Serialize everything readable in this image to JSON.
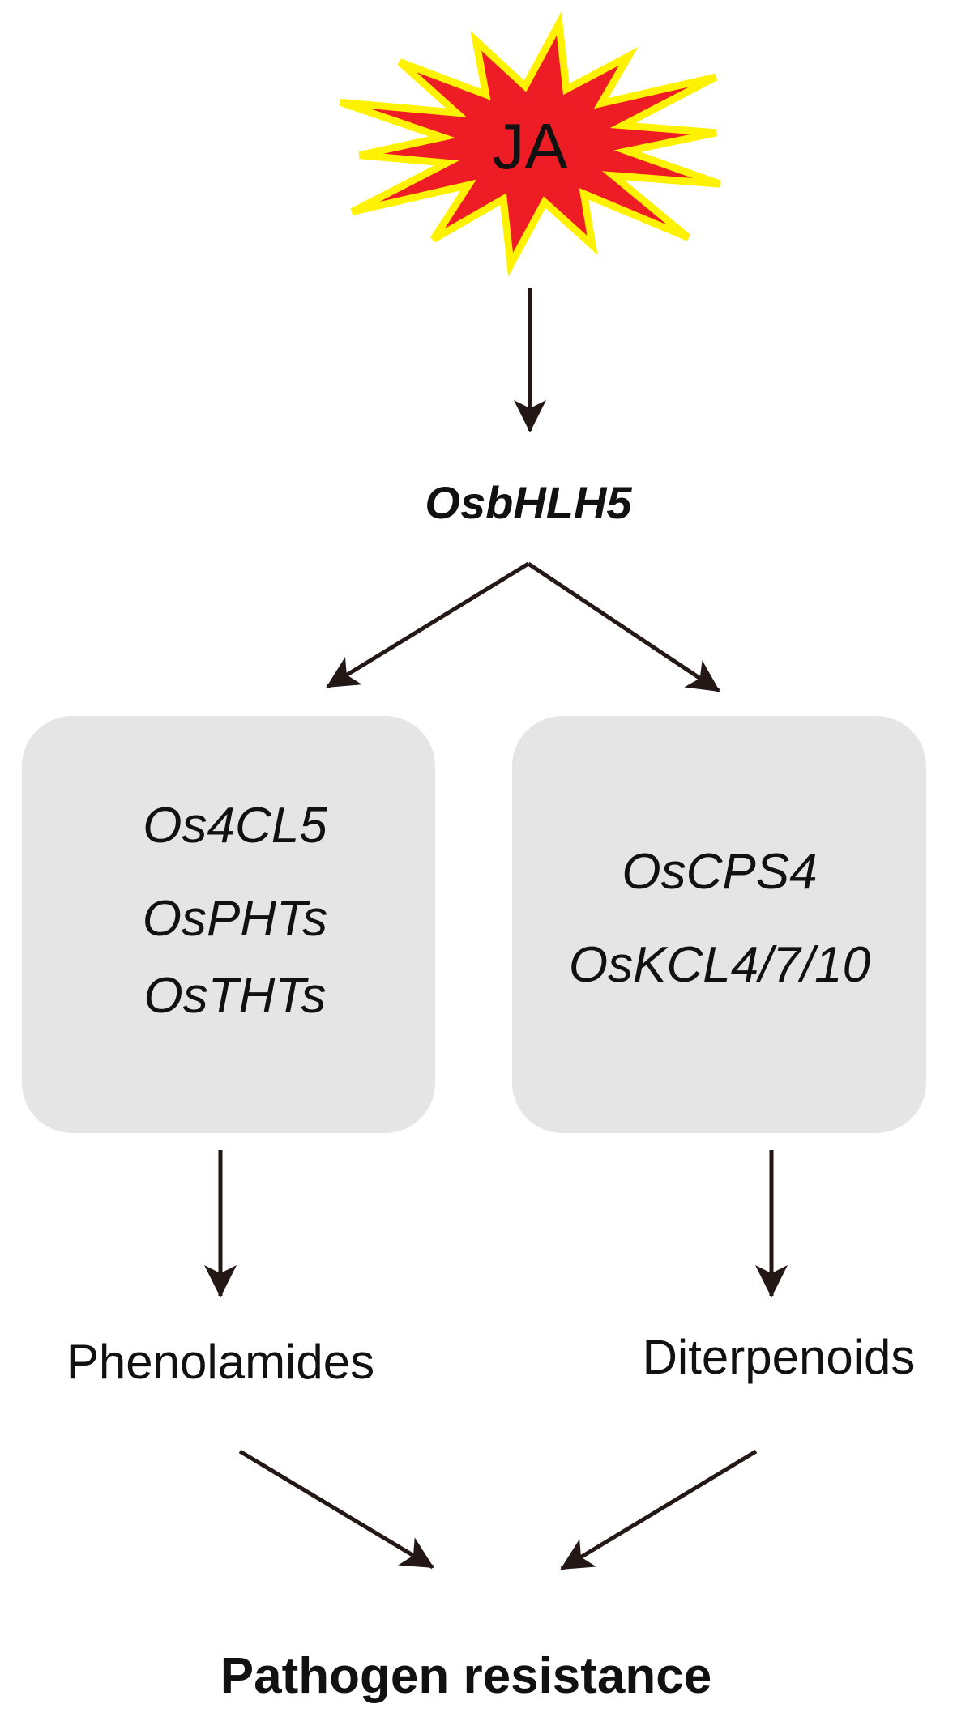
{
  "stimulus": {
    "label": "JA",
    "fill_color": "#ee1c24",
    "outline_color": "#fff200"
  },
  "regulator": {
    "label": "OsbHLH5"
  },
  "phenolamide_box": {
    "genes": [
      "Os4CL5",
      "OsPHTs",
      "OsTHTs"
    ],
    "product": "Phenolamides"
  },
  "diterpenoid_box": {
    "genes": [
      "OsCPS4",
      "OsKCL4/7/10"
    ],
    "product": "Diterpenoids"
  },
  "outcome": {
    "label": "Pathogen resistance"
  },
  "colors": {
    "arrow": "#231815",
    "box_fill": "#e5e5e5",
    "text": "#111111"
  }
}
